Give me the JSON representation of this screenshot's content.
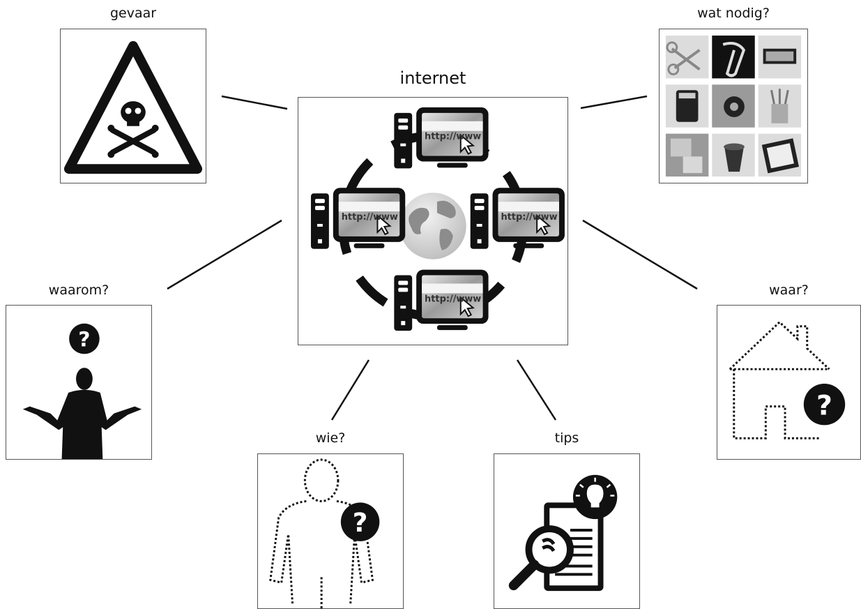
{
  "center": {
    "label": "internet",
    "url_text": "http://www"
  },
  "nodes": {
    "danger": {
      "label": "gevaar"
    },
    "needs": {
      "label": "wat nodig?"
    },
    "why": {
      "label": "waarom?"
    },
    "where": {
      "label": "waar?"
    },
    "who": {
      "label": "wie?"
    },
    "tips": {
      "label": "tips"
    }
  },
  "icons": {
    "center": "computer-network-globe-icon",
    "danger": "skull-warning-triangle-icon",
    "needs": "supplies-grid-icon",
    "why": "shrugging-person-question-icon",
    "where": "dotted-house-question-icon",
    "who": "dotted-person-question-icon",
    "tips": "magnifier-document-lightbulb-icon"
  }
}
